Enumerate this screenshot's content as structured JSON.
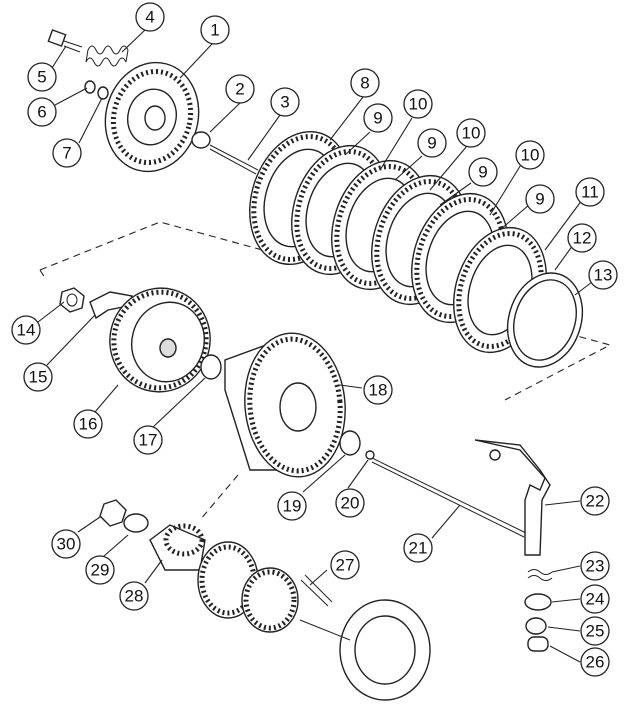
{
  "diagram": {
    "callouts": [
      {
        "id": "1",
        "label": "1"
      },
      {
        "id": "2",
        "label": "2"
      },
      {
        "id": "3",
        "label": "3"
      },
      {
        "id": "4",
        "label": "4"
      },
      {
        "id": "5",
        "label": "5"
      },
      {
        "id": "6",
        "label": "6"
      },
      {
        "id": "7",
        "label": "7"
      },
      {
        "id": "8",
        "label": "8"
      },
      {
        "id": "9a",
        "label": "9"
      },
      {
        "id": "10a",
        "label": "10"
      },
      {
        "id": "9b",
        "label": "9"
      },
      {
        "id": "10b",
        "label": "10"
      },
      {
        "id": "9c",
        "label": "9"
      },
      {
        "id": "10c",
        "label": "10"
      },
      {
        "id": "9d",
        "label": "9"
      },
      {
        "id": "11",
        "label": "11"
      },
      {
        "id": "12",
        "label": "12"
      },
      {
        "id": "13",
        "label": "13"
      },
      {
        "id": "14",
        "label": "14"
      },
      {
        "id": "15",
        "label": "15"
      },
      {
        "id": "16",
        "label": "16"
      },
      {
        "id": "17",
        "label": "17"
      },
      {
        "id": "18",
        "label": "18"
      },
      {
        "id": "19",
        "label": "19"
      },
      {
        "id": "20",
        "label": "20"
      },
      {
        "id": "21",
        "label": "21"
      },
      {
        "id": "22",
        "label": "22"
      },
      {
        "id": "23",
        "label": "23"
      },
      {
        "id": "24",
        "label": "24"
      },
      {
        "id": "25",
        "label": "25"
      },
      {
        "id": "26",
        "label": "26"
      },
      {
        "id": "27",
        "label": "27"
      },
      {
        "id": "28",
        "label": "28"
      },
      {
        "id": "29",
        "label": "29"
      },
      {
        "id": "30",
        "label": "30"
      }
    ]
  }
}
